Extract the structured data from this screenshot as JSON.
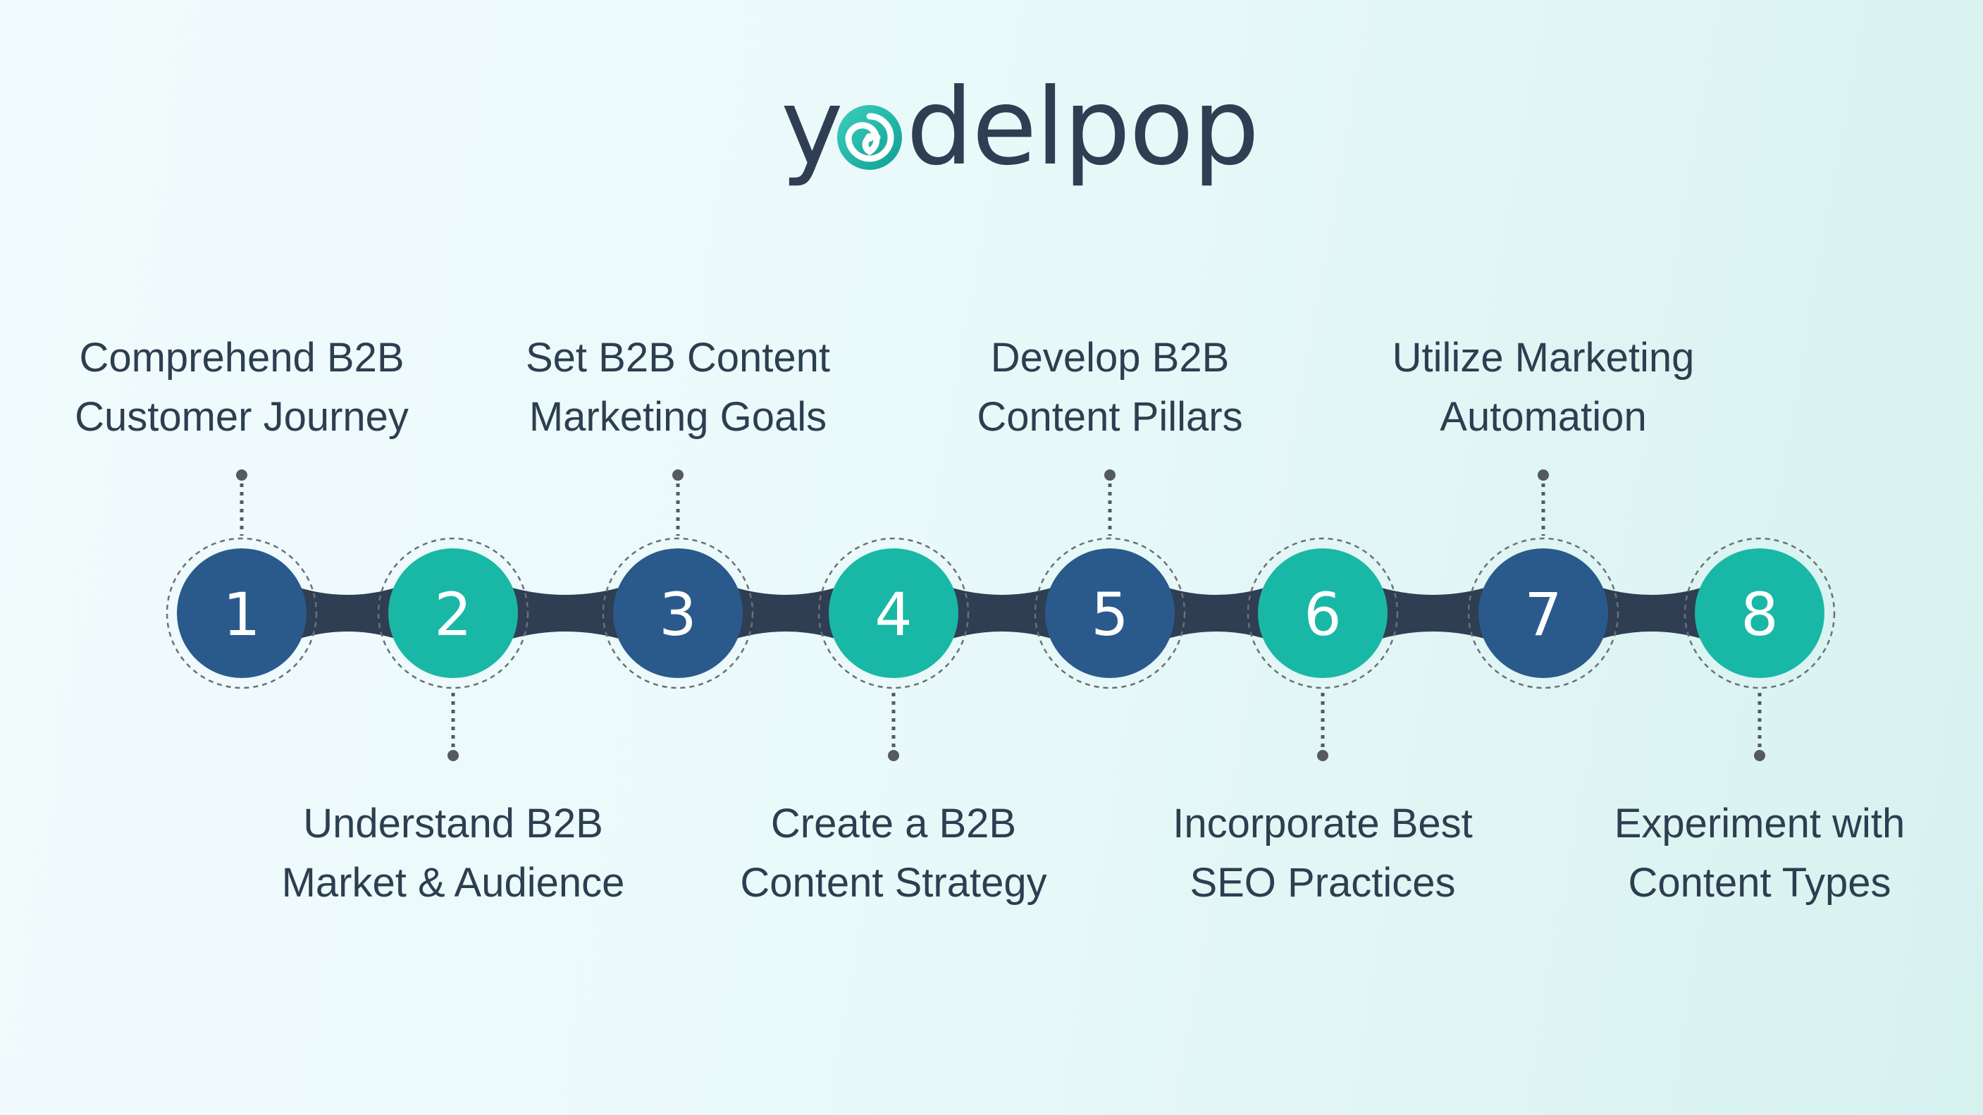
{
  "brand": {
    "logo_text_left": "y",
    "logo_text_right": "delpop",
    "swirl_icon": "swirl-o-icon"
  },
  "colors": {
    "dark_blue": "#2a5a8c",
    "teal": "#19b8a6",
    "connector": "#2f3e52",
    "text": "#2d3e50",
    "dotted": "#555a60"
  },
  "steps": [
    {
      "number": "1",
      "lines": [
        "Comprehend B2B",
        "Customer Journey"
      ],
      "position": "top",
      "color": "dark_blue"
    },
    {
      "number": "2",
      "lines": [
        "Understand B2B",
        "Market & Audience"
      ],
      "position": "bottom",
      "color": "teal"
    },
    {
      "number": "3",
      "lines": [
        "Set B2B Content",
        "Marketing Goals"
      ],
      "position": "top",
      "color": "dark_blue"
    },
    {
      "number": "4",
      "lines": [
        "Create a B2B",
        "Content Strategy"
      ],
      "position": "bottom",
      "color": "teal"
    },
    {
      "number": "5",
      "lines": [
        "Develop B2B",
        "Content Pillars"
      ],
      "position": "top",
      "color": "dark_blue"
    },
    {
      "number": "6",
      "lines": [
        "Incorporate Best",
        "SEO Practices"
      ],
      "position": "bottom",
      "color": "teal"
    },
    {
      "number": "7",
      "lines": [
        "Utilize Marketing",
        "Automation"
      ],
      "position": "top",
      "color": "dark_blue"
    },
    {
      "number": "8",
      "lines": [
        "Experiment with",
        "Content Types"
      ],
      "position": "bottom",
      "color": "teal"
    }
  ]
}
